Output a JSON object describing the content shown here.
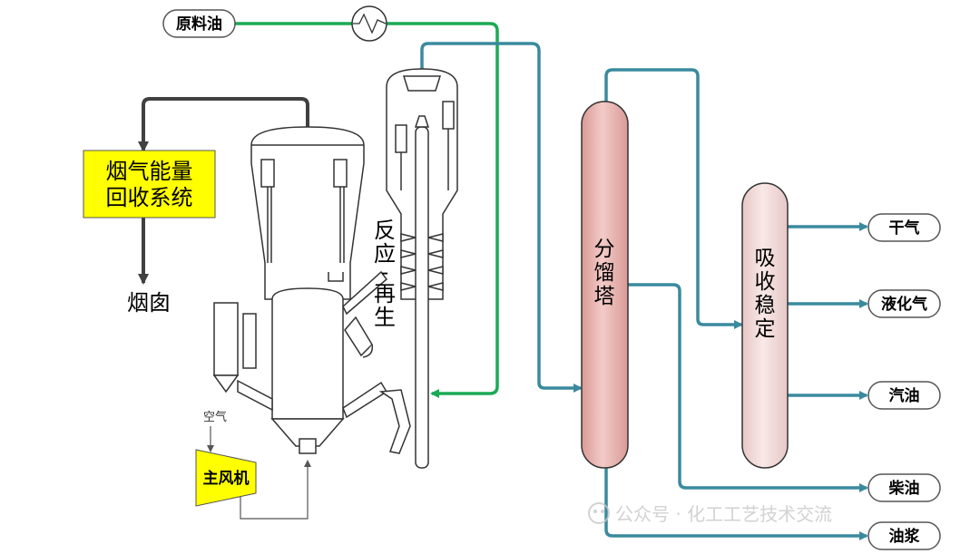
{
  "feed": {
    "label": "原料油"
  },
  "energy_recovery": {
    "line1": "烟气能量",
    "line2": "回收系统"
  },
  "chimney": {
    "label": "烟囱"
  },
  "reactor_regenerator": {
    "line1": "反",
    "line2": "应",
    "line3": "-",
    "line4": "再",
    "line5": "生"
  },
  "air": {
    "label": "空气"
  },
  "blower": {
    "label": "主风机"
  },
  "fractionator": {
    "chars": [
      "分",
      "馏",
      "塔"
    ]
  },
  "absorber": {
    "chars": [
      "吸",
      "收",
      "稳",
      "定"
    ]
  },
  "products": {
    "dry_gas": "干气",
    "lpg": "液化气",
    "gasoline": "汽油",
    "diesel": "柴油",
    "slurry": "油浆"
  },
  "watermark": {
    "text": "公众号 · 化工工艺技术交流"
  },
  "colors": {
    "feed_line": "#1aaa55",
    "product_line": "#3a8a9e",
    "flue_line": "#404040",
    "yellow_box": "#ffff00",
    "fractionator_fill": "#e8b4b0",
    "absorber_fill": "#f2dcdb"
  }
}
